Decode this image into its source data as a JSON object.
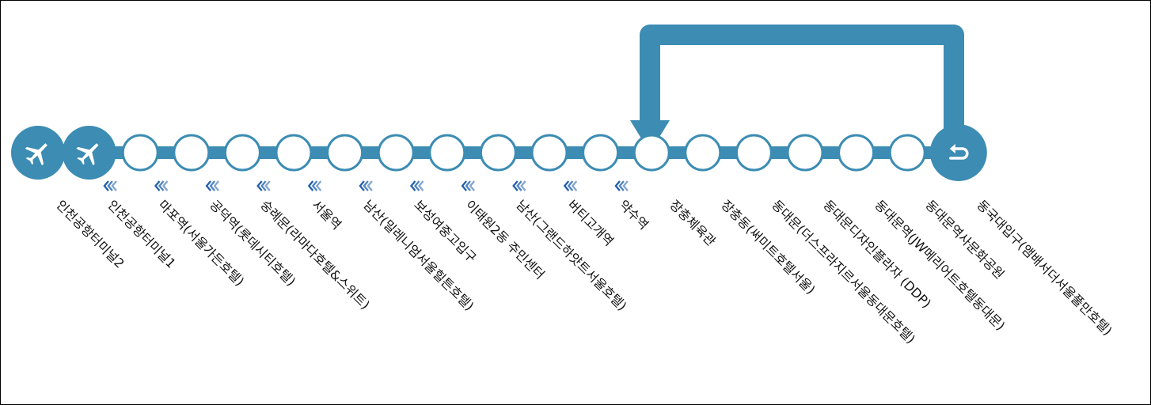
{
  "route": {
    "line_color": "#3c8cb3",
    "chevron_color": "#1f5fae",
    "stops": [
      {
        "name": "인천공항터미널2",
        "icon": "airplane-icon"
      },
      {
        "name": "인천공항터미널1",
        "icon": "airplane-icon"
      },
      {
        "name": "마포역(서울가든호텔)",
        "icon": ""
      },
      {
        "name": "공덕역(롯데시티호텔)",
        "icon": ""
      },
      {
        "name": "숭례문(라마다호텔&스위트)",
        "icon": ""
      },
      {
        "name": "서울역",
        "icon": ""
      },
      {
        "name": "남산(밀레니엄서울힐튼호텔)",
        "icon": ""
      },
      {
        "name": "보성여중고입구",
        "icon": ""
      },
      {
        "name": "이태원2동 주민센터",
        "icon": ""
      },
      {
        "name": "남산(그랜드하얏트서울호텔)",
        "icon": ""
      },
      {
        "name": "버티고개역",
        "icon": ""
      },
      {
        "name": "약수역",
        "icon": ""
      },
      {
        "name": "장충체육관",
        "icon": ""
      },
      {
        "name": "장충동(써미트호텔서울)",
        "icon": ""
      },
      {
        "name": "동대문(더스프라지르서울동대문호텔)",
        "icon": ""
      },
      {
        "name": "동대문디자인플라자 (DDP)",
        "icon": ""
      },
      {
        "name": "동대문역(JW메리어트호텔동대문)",
        "icon": ""
      },
      {
        "name": "동대문역사문화공원",
        "icon": ""
      },
      {
        "name": "동국대입구(앰배서더서울풀만호텔)",
        "icon": "turnaround-icon"
      }
    ]
  }
}
